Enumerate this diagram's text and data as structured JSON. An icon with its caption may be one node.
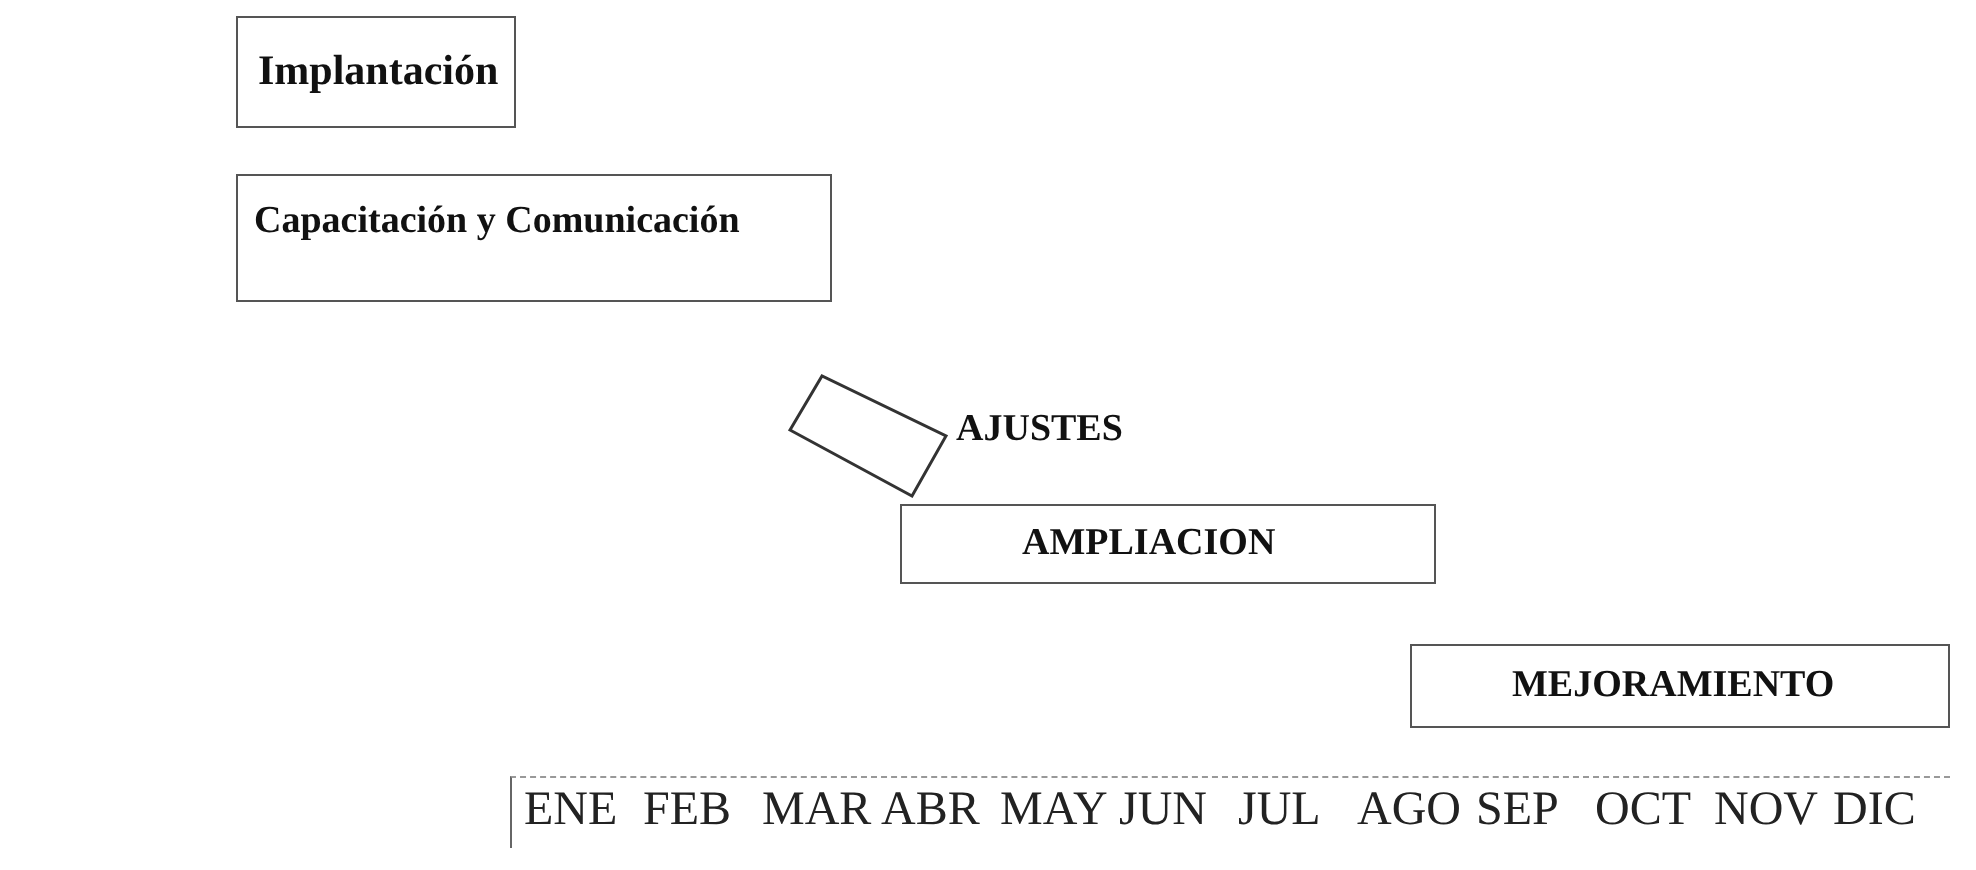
{
  "diagram": {
    "nodes": [
      {
        "text": [
          "Implantación"
        ]
      },
      {
        "text": [
          "Capacitación y Comunicación"
        ]
      },
      {
        "text": [],
        "shape": "diamond",
        "beside": [
          "AJUSTES"
        ]
      },
      {
        "text": [
          "AMPLIACION"
        ]
      },
      {
        "text": [
          "MEJORAMIENTO"
        ]
      }
    ],
    "edges": [],
    "labels": [
      "ENE",
      "FEB",
      "MAR",
      "ABR",
      "MAY",
      "JUN",
      "JUL",
      "AGO",
      "SEP",
      "OCT",
      "NOV",
      "DIC"
    ]
  }
}
